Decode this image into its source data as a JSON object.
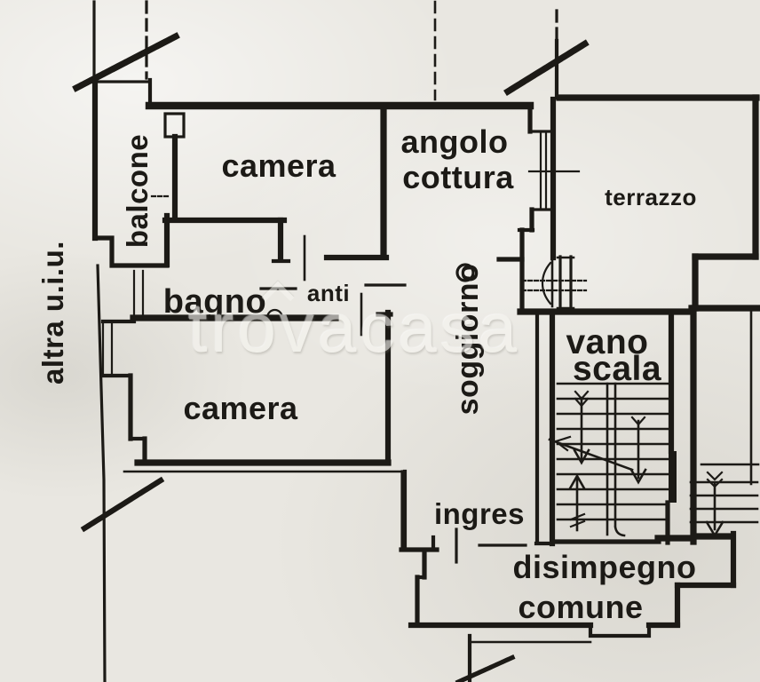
{
  "meta": {
    "document_type": "floor plan scan"
  },
  "colors": {
    "paper": "#e9e7e1",
    "ink": "#1c1a16",
    "watermark": "#f7f6f1"
  },
  "labels": {
    "camera_top": "camera",
    "angolo_line1": "angolo",
    "angolo_line2": "cottura",
    "terrazzo": "terrazzo",
    "balcone": "balcone",
    "bagno": "bagno",
    "anti": "anti",
    "soggiorno": "soggiorno",
    "camera_bottom": "camera",
    "vano_scala_line1": "vano",
    "vano_scala_line2": "scala",
    "ingresso": "ingres",
    "disimpegno_line1": "disimpegno",
    "disimpegno_line2": "comune",
    "altra_uiu": "altra u.i.u."
  },
  "watermark": {
    "prefix": "tr",
    "o": "o",
    "suffix": "vacasa"
  }
}
